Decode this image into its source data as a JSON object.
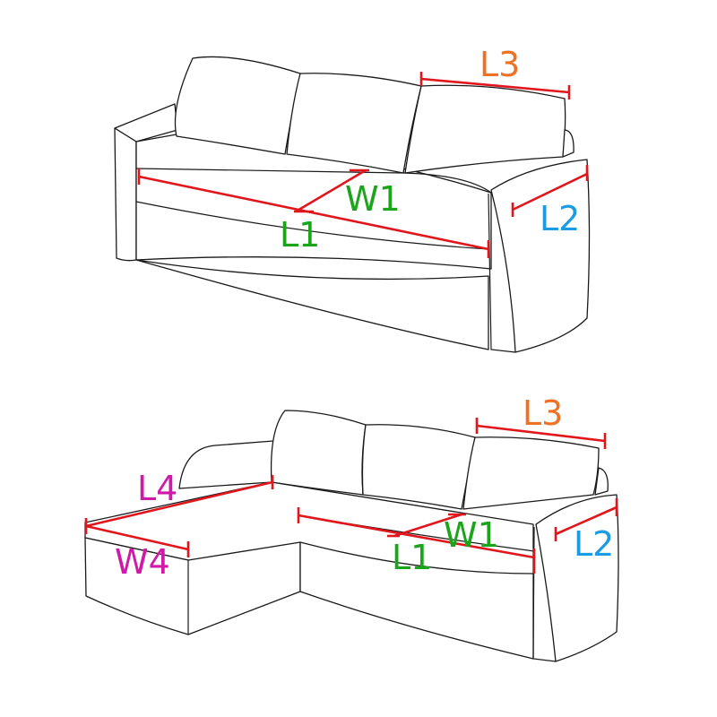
{
  "colors": {
    "L1": "#1aa51a",
    "W1": "#1aa51a",
    "L2": "#1b9be3",
    "L3": "#ee7226",
    "L4": "#cf1aa8",
    "W4": "#cf1aa8",
    "line": "#e0161c"
  },
  "sofa": {
    "labels": {
      "L1": "L1",
      "W1": "W1",
      "L2": "L2",
      "L3": "L3"
    }
  },
  "corner_sofa": {
    "labels": {
      "L1": "L1",
      "W1": "W1",
      "L2": "L2",
      "L3": "L3",
      "L4": "L4",
      "W4": "W4"
    }
  }
}
